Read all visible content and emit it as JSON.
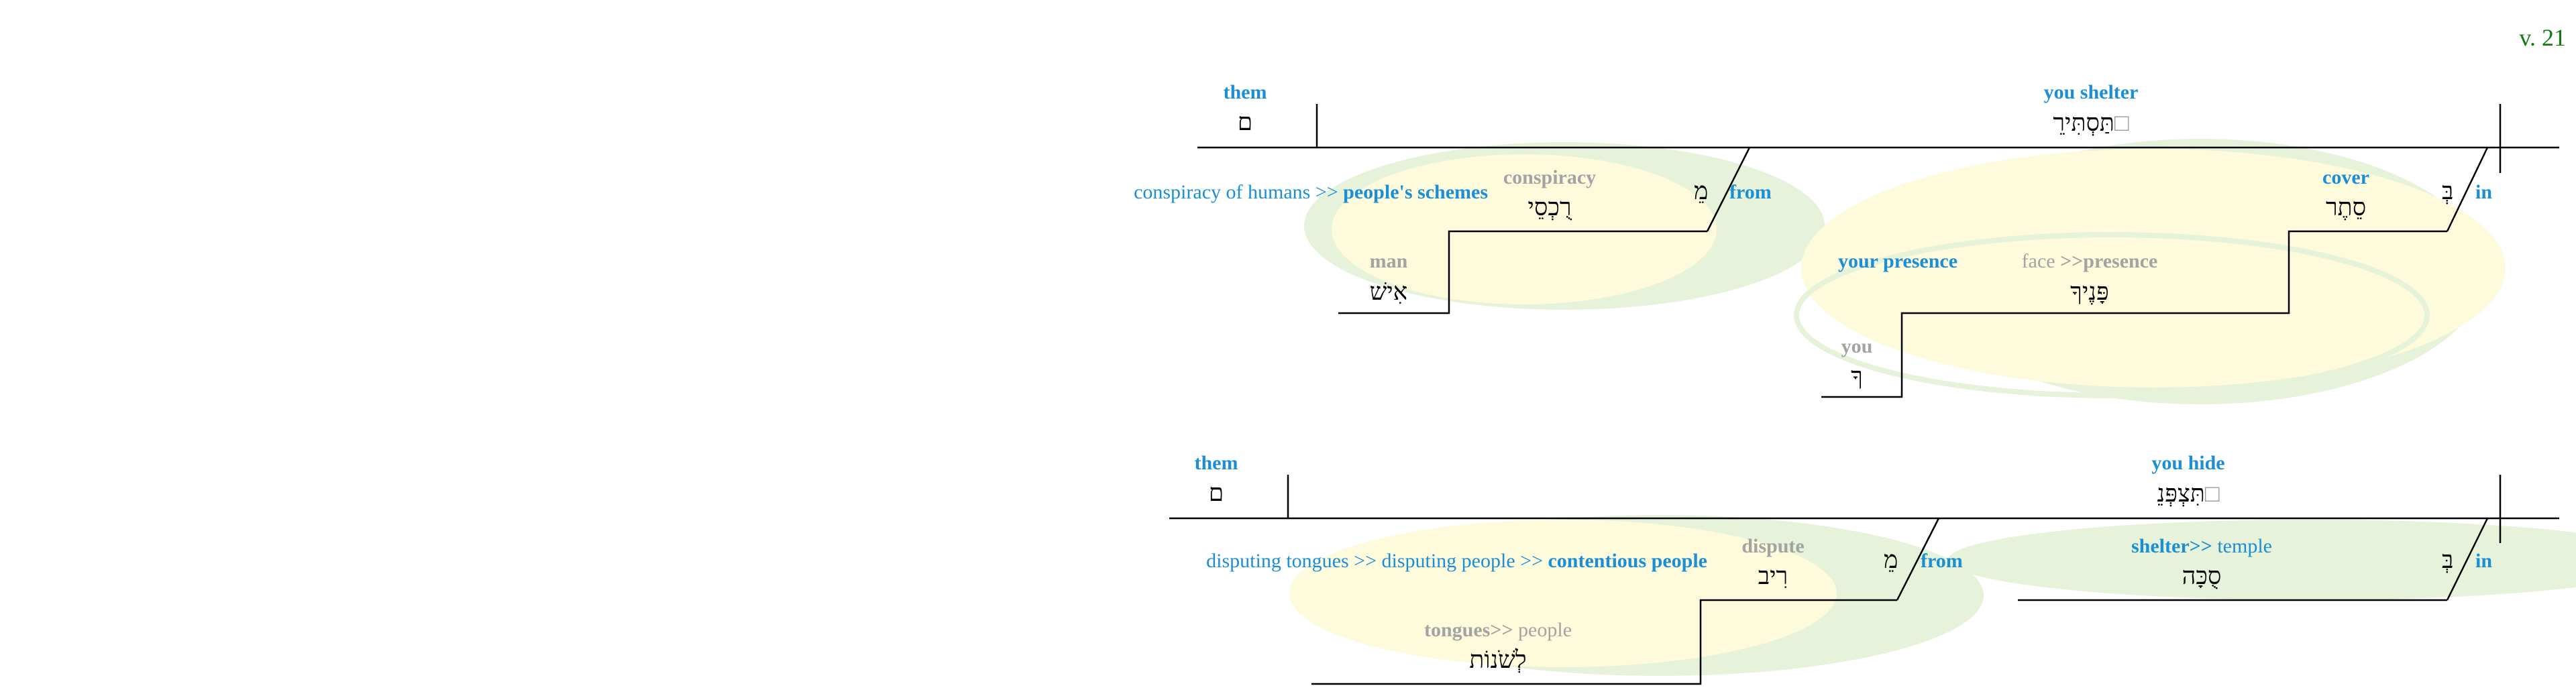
{
  "verse": "v. 21",
  "clause1": {
    "subject": {
      "gloss": "them",
      "hebrew": "ם"
    },
    "verb": {
      "gloss": "you shelter",
      "hebrew": "תַּסְתִּירֵ",
      "ghost": "□"
    },
    "prep_in": {
      "hebrew": "בְּ",
      "gloss": "in"
    },
    "cover": {
      "gloss": "cover",
      "hebrew": "סֵתֶר"
    },
    "presence_label": "your presence",
    "face": {
      "gloss_plain": "face",
      "arrow": " >>",
      "gloss_bold": "presence",
      "hebrew": "פָּנֶיךָ"
    },
    "you": {
      "gloss": "you",
      "hebrew": "ךָ"
    },
    "prep_from": {
      "hebrew": "מֵ",
      "gloss": "from"
    },
    "schemes_label_plain": "conspiracy of humans >> ",
    "schemes_label_bold": "people's schemes",
    "conspiracy": {
      "gloss": "conspiracy",
      "hebrew": "רֻכְסֵי"
    },
    "man": {
      "gloss": "man",
      "hebrew": "אִישׁ"
    }
  },
  "clause2": {
    "subject": {
      "gloss": "them",
      "hebrew": "ם"
    },
    "verb": {
      "gloss": "you hide",
      "hebrew": "תִּצְפְּנֵ",
      "ghost": "□"
    },
    "prep_in": {
      "hebrew": "בְּ",
      "gloss": "in"
    },
    "shelter": {
      "gloss_bold": "shelter",
      "arrow": ">>",
      "gloss_plain": " temple",
      "hebrew": "סֻכָּה"
    },
    "prep_from": {
      "hebrew": "מֵ",
      "gloss": "from"
    },
    "contentious_label_plain": "disputing tongues >> disputing people >> ",
    "contentious_label_bold": "contentious people",
    "dispute": {
      "gloss": "dispute",
      "hebrew": "רִיב"
    },
    "tongues": {
      "gloss_bold": "tongues",
      "arrow": ">>",
      "gloss_plain": " people",
      "hebrew": "לְשֹׁנוֹת"
    }
  },
  "colors": {
    "gloss_blue": "#1b8fd6",
    "gloss_gray": "#a3a3a3",
    "verse_green": "#127a12",
    "ellipse_green": "#e6f2d9",
    "ellipse_yellow": "#fdfbdc"
  }
}
